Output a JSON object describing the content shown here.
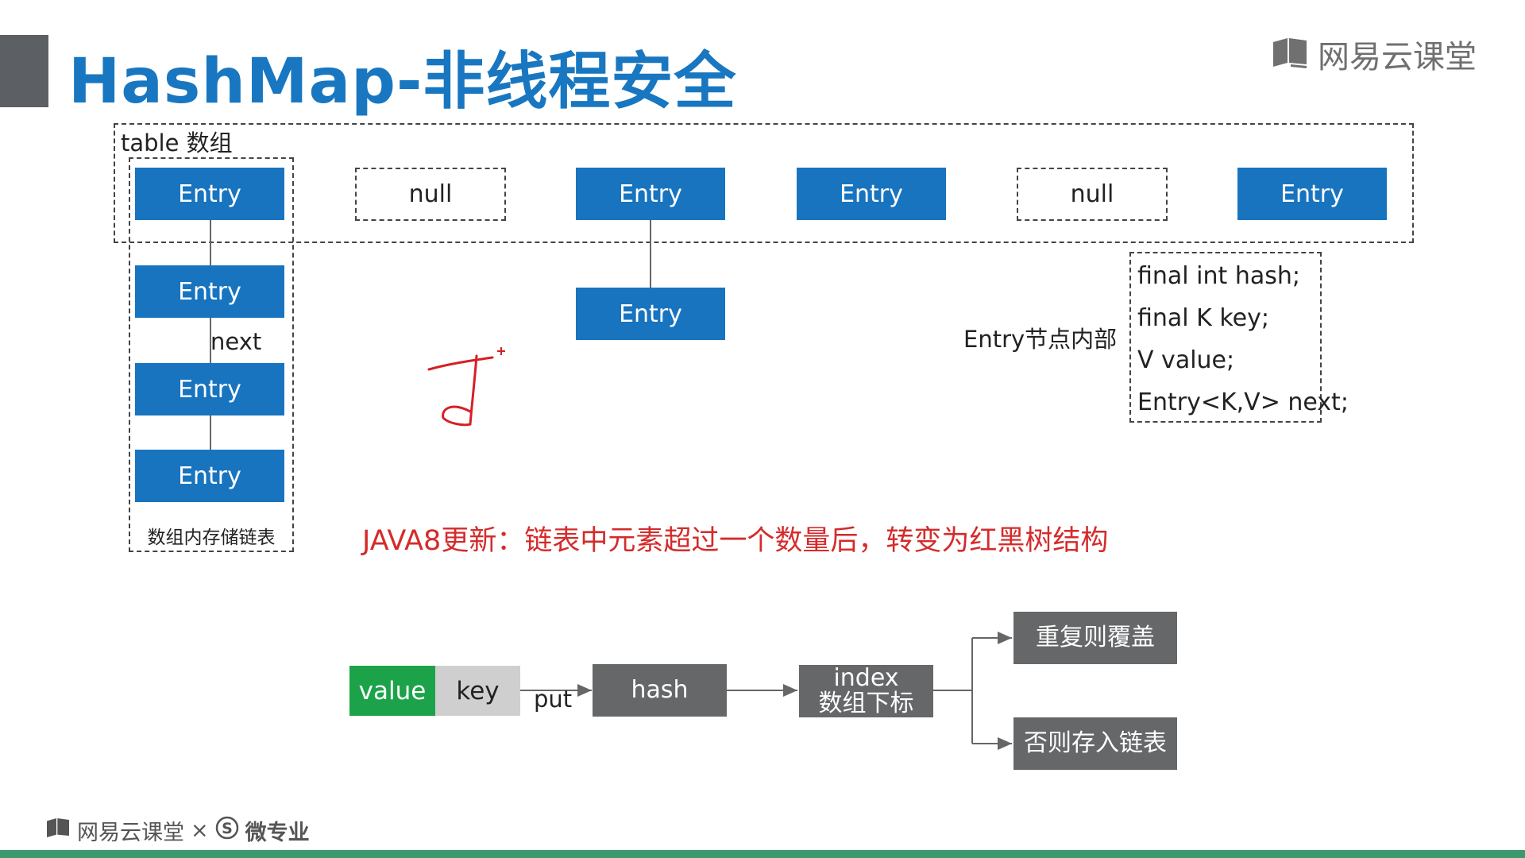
{
  "slide": {
    "title": "HashMap-非线程安全",
    "brand": "网易云课堂",
    "table_label": "table 数组",
    "table": [
      "Entry",
      "null",
      "Entry",
      "Entry",
      "null",
      "Entry"
    ],
    "chain_label": "数组内存储链表",
    "next_label": "next",
    "chain1": [
      "Entry",
      "Entry",
      "Entry"
    ],
    "chain3": [
      "Entry"
    ],
    "entry_inner_label": "Entry节点内部",
    "entry_fields": [
      "final int hash;",
      "final K key;",
      "V value;",
      "Entry<K,V> next;"
    ],
    "java8_note": "JAVA8更新：链表中元素超过一个数量后，转变为红黑树结构",
    "flow": {
      "value": "value",
      "key": "key",
      "put": "put",
      "hash": "hash",
      "index_line1": "index",
      "index_line2": "数组下标",
      "overwrite": "重复则覆盖",
      "store_list": "否则存入链表"
    },
    "footer": {
      "brand": "网易云课堂",
      "times": "×",
      "partner": "微专业"
    },
    "colors": {
      "title_blue": "#1877c0",
      "entry_blue": "#1874bf",
      "note_red": "#d52b2b",
      "value_green": "#1ca34a",
      "key_gray": "#cfcfcf",
      "flow_gray": "#666769"
    },
    "icons": [
      "book-icon",
      "s-circle-icon"
    ]
  }
}
